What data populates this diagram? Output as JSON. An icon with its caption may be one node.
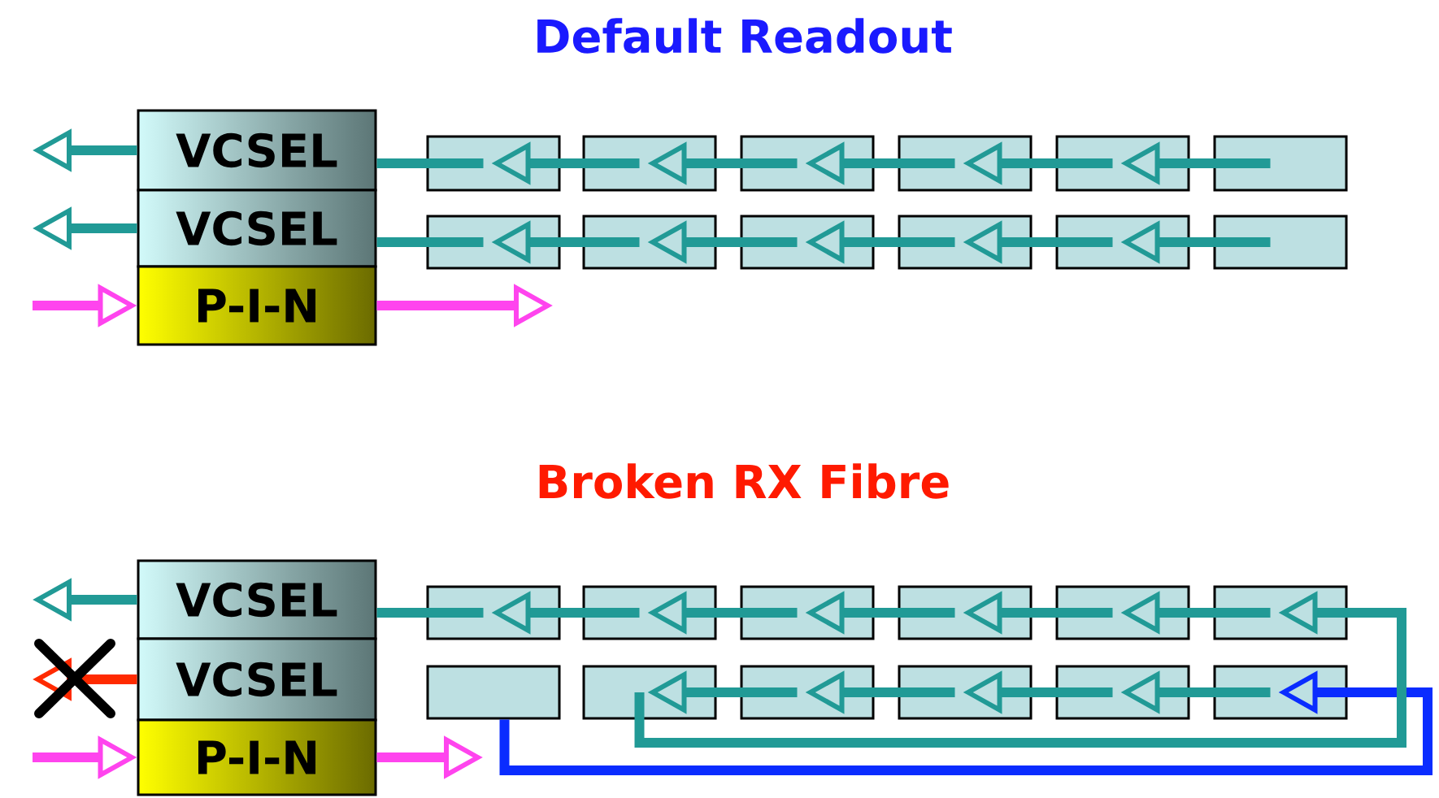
{
  "diagram": {
    "nodes": [
      {
        "text": [
          "VCSEL"
        ]
      },
      {
        "text": [
          "VCSEL"
        ]
      },
      {
        "text": [
          "P-I-N"
        ]
      },
      {
        "text": [],
        "shape": "box"
      },
      {
        "text": [],
        "shape": "box"
      },
      {
        "text": [],
        "shape": "box"
      },
      {
        "text": [],
        "shape": "box"
      },
      {
        "text": [],
        "shape": "box"
      },
      {
        "text": [],
        "shape": "box"
      },
      {
        "text": [],
        "shape": "box"
      },
      {
        "text": [],
        "shape": "box"
      },
      {
        "text": [],
        "shape": "box"
      },
      {
        "text": [],
        "shape": "box"
      },
      {
        "text": [],
        "shape": "box"
      },
      {
        "text": [],
        "shape": "box"
      },
      {
        "text": [
          "VCSEL"
        ]
      },
      {
        "text": [
          "VCSEL"
        ]
      },
      {
        "text": [
          "P-I-N"
        ]
      },
      {
        "text": [],
        "shape": "box"
      },
      {
        "text": [],
        "shape": "box"
      },
      {
        "text": [],
        "shape": "box"
      },
      {
        "text": [],
        "shape": "box"
      },
      {
        "text": [],
        "shape": "box"
      },
      {
        "text": [],
        "shape": "box"
      },
      {
        "text": [],
        "shape": "box"
      },
      {
        "text": [],
        "shape": "box"
      },
      {
        "text": [],
        "shape": "box"
      },
      {
        "text": [],
        "shape": "box"
      },
      {
        "text": [],
        "shape": "box"
      },
      {
        "text": [],
        "shape": "box"
      }
    ],
    "edges": [
      {
        "from": 8,
        "to": 7,
        "arrow": "to"
      },
      {
        "from": 7,
        "to": 6,
        "arrow": "to"
      },
      {
        "from": 6,
        "to": 5,
        "arrow": "to"
      },
      {
        "from": 5,
        "to": 4,
        "arrow": "to"
      },
      {
        "from": 4,
        "to": 3,
        "arrow": "to"
      },
      {
        "from": 3,
        "to": 0,
        "arrow": "none"
      },
      {
        "from": 0,
        "to": null,
        "arrow": "to"
      },
      {
        "from": 14,
        "to": 13,
        "arrow": "to"
      },
      {
        "from": 13,
        "to": 12,
        "arrow": "to"
      },
      {
        "from": 12,
        "to": 11,
        "arrow": "to"
      },
      {
        "from": 11,
        "to": 10,
        "arrow": "to"
      },
      {
        "from": 10,
        "to": 9,
        "arrow": "to"
      },
      {
        "from": 9,
        "to": 1,
        "arrow": "none"
      },
      {
        "from": 1,
        "to": null,
        "arrow": "to"
      },
      {
        "from": null,
        "to": 2,
        "arrow": "to",
        "color": "#ff44ee"
      },
      {
        "from": 2,
        "to": null,
        "arrow": "to",
        "color": "#ff44ee"
      },
      {
        "from": 23,
        "to": 22,
        "arrow": "to"
      },
      {
        "from": 22,
        "to": 21,
        "arrow": "to"
      },
      {
        "from": 21,
        "to": 20,
        "arrow": "to"
      },
      {
        "from": 20,
        "to": 19,
        "arrow": "to"
      },
      {
        "from": 19,
        "to": 18,
        "arrow": "to"
      },
      {
        "from": 18,
        "to": 15,
        "arrow": "none"
      },
      {
        "from": 15,
        "to": null,
        "arrow": "to"
      },
      {
        "from": 16,
        "to": null,
        "arrow": "to",
        "color": "#ff2a00"
      },
      {
        "from": null,
        "to": 17,
        "arrow": "to",
        "color": "#ff44ee"
      },
      {
        "from": 17,
        "to": null,
        "arrow": "to",
        "color": "#ff44ee"
      },
      {
        "from": 24,
        "to": 29,
        "arrow": "to",
        "color": "#0a2cff"
      },
      {
        "from": 29,
        "to": 28,
        "arrow": "to"
      },
      {
        "from": 28,
        "to": 27,
        "arrow": "to"
      },
      {
        "from": 27,
        "to": 26,
        "arrow": "to"
      },
      {
        "from": 26,
        "to": 25,
        "arrow": "to"
      },
      {
        "from": 25,
        "to": 23,
        "arrow": "to"
      }
    ],
    "labels": [
      "Default Readout",
      "Broken RX Fibre"
    ]
  }
}
